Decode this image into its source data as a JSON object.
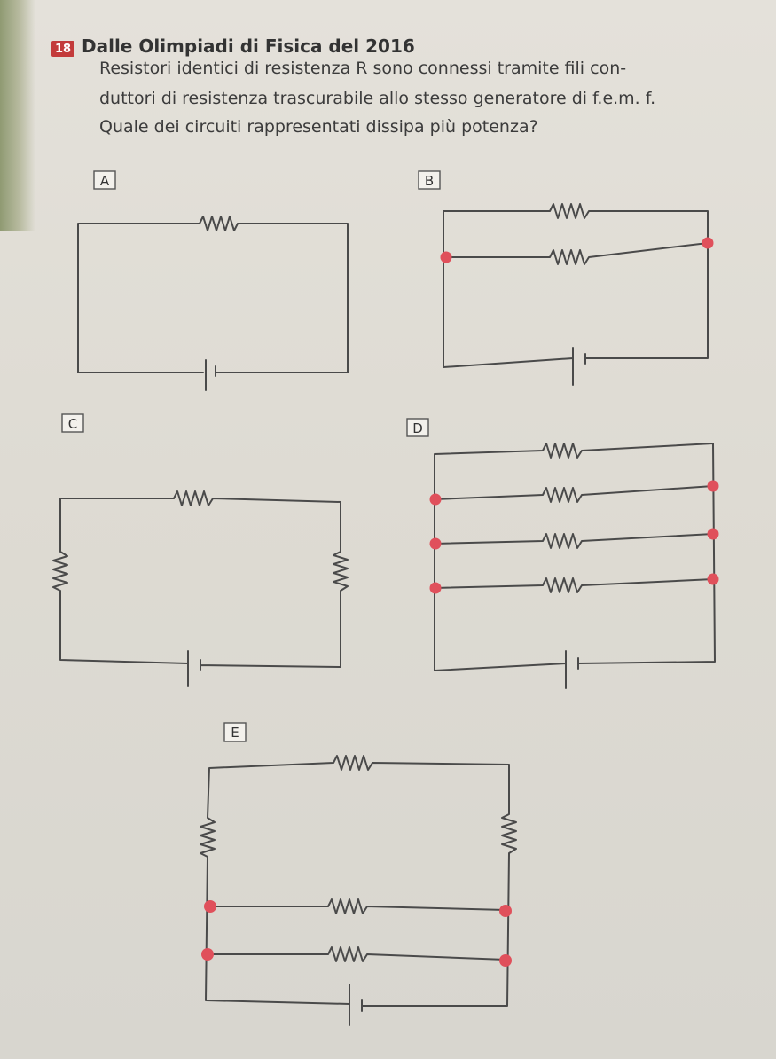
{
  "problem": {
    "number": "18",
    "heading": "Dalle Olimpiadi di Fisica del 2016",
    "text_lines": [
      "Resistori identici di resistenza R sono connessi tramite fili con-",
      "duttori di resistenza trascurabile allo stesso generatore di f.e.m. f.",
      "Quale dei circuiti rappresentati dissipa più potenza?"
    ]
  },
  "circuits": [
    {
      "label": "A"
    },
    {
      "label": "B"
    },
    {
      "label": "C"
    },
    {
      "label": "D"
    },
    {
      "label": "E"
    }
  ],
  "colors": {
    "node": "#e0505b",
    "wire": "#4a4a4a",
    "badge": "#c33b3b"
  }
}
